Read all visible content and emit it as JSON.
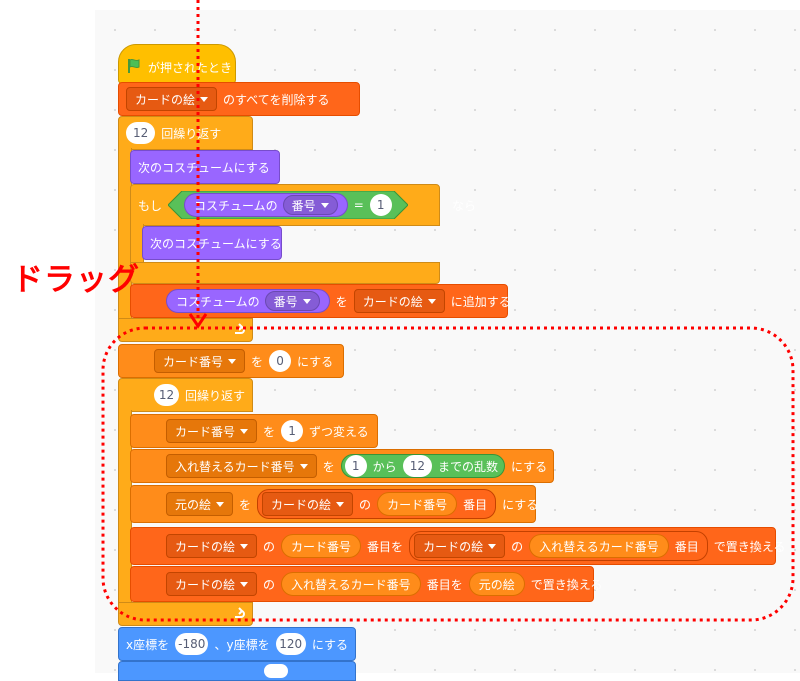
{
  "annotation": {
    "label": "ドラッグ",
    "color": "#ff0000"
  },
  "colors": {
    "events": "#ffbf00",
    "control": "#ffab19",
    "variables": "#ff8c1a",
    "lists": "#ff661a",
    "looks": "#9966ff",
    "motion": "#4c97ff",
    "operators": "#59c059"
  },
  "icons": {
    "hat": "green-flag-icon",
    "loop_end": "loop-arrow-icon",
    "dropdown": "dropdown-triangle-icon"
  },
  "blocks": {
    "hat": {
      "label": "が押されたとき"
    },
    "delete_all": {
      "list": "カードの絵",
      "label": "のすべてを削除する"
    },
    "repeat1": {
      "count": "12",
      "label": "回繰り返す"
    },
    "next_costume1": {
      "label": "次のコスチュームにする"
    },
    "if": {
      "word": "もし",
      "reporter": "コスチュームの",
      "attr": "番号",
      "op": "=",
      "value": "1",
      "then": "なら"
    },
    "next_costume2": {
      "label": "次のコスチュームにする"
    },
    "add_to": {
      "reporter": "コスチュームの",
      "attr": "番号",
      "wo": "を",
      "list": "カードの絵",
      "label": "に追加する"
    },
    "set_cardnum": {
      "var": "カード番号",
      "wo": "を",
      "value": "0",
      "label": "にする"
    },
    "repeat2": {
      "count": "12",
      "label": "回繰り返す"
    },
    "change_cardnum": {
      "var": "カード番号",
      "wo": "を",
      "value": "1",
      "label": "ずつ変える"
    },
    "set_swap": {
      "var": "入れ替えるカード番号",
      "wo": "を",
      "from": "1",
      "kara": "から",
      "to": "12",
      "rand": "までの乱数",
      "label": "にする"
    },
    "set_orig": {
      "var": "元の絵",
      "wo": "を",
      "list": "カードの絵",
      "no": "の",
      "index": "カード番号",
      "item": "番目",
      "label": "にする"
    },
    "replace1": {
      "list": "カードの絵",
      "no": "の",
      "index": "カード番号",
      "mid": "番目を",
      "list2": "カードの絵",
      "no2": "の",
      "index2": "入れ替えるカード番号",
      "item": "番目",
      "label": "で置き換える"
    },
    "replace2": {
      "list": "カードの絵",
      "no": "の",
      "index": "入れ替えるカード番号",
      "mid": "番目を",
      "value": "元の絵",
      "label": "で置き換える"
    },
    "goto": {
      "xlabel": "x座標を",
      "x": "-180",
      "sep": "、y座標を",
      "y": "120",
      "label": "にする"
    }
  }
}
